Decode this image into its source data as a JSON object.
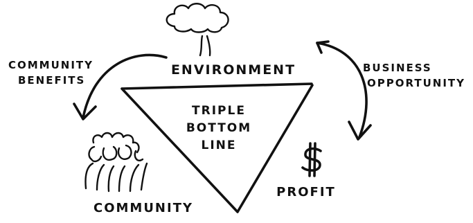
{
  "diagram": {
    "center_label_lines": [
      "TRIPLE",
      "BOTTOM",
      "LINE"
    ],
    "environment_label": "ENVIRONMENT",
    "community_label": "COMMUNITY",
    "profit_label": "PROFIT",
    "community_benefits_lines": [
      "COMMUNITY",
      "BENEFITS"
    ],
    "business_opportunity_lines": [
      "BUSINESS",
      "OPPORTUNITY"
    ],
    "ink_color": "#111111",
    "background_color": "#ffffff",
    "icons": [
      "tree-icon",
      "people-icon",
      "dollar-sign-icon"
    ]
  }
}
